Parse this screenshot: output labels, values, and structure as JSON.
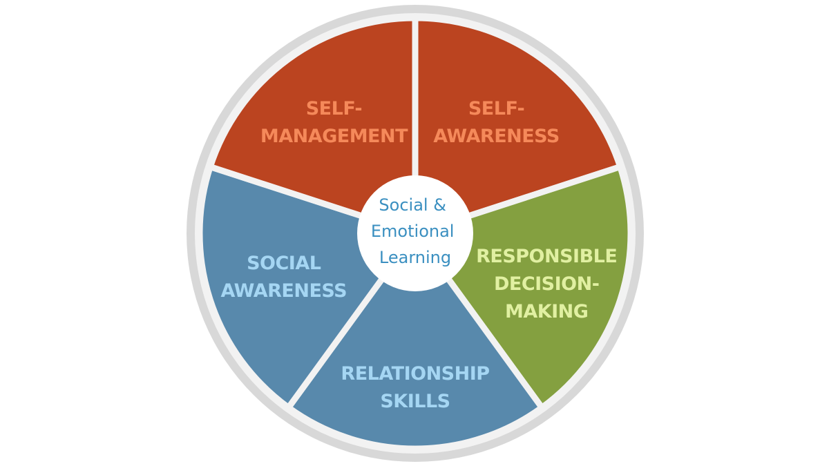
{
  "center": {
    "lines": [
      "Social &",
      "Emotional",
      "Learning"
    ],
    "text_color": "#3a8fc0"
  },
  "segments": [
    {
      "id": "self-awareness",
      "label_lines": [
        "SELF-",
        "AWARENESS"
      ],
      "fill": "#bb4420",
      "text_color": "#f5895a"
    },
    {
      "id": "responsible-decision-making",
      "label_lines": [
        "RESPONSIBLE",
        "DECISION-",
        "MAKING"
      ],
      "fill": "#84a040",
      "text_color": "#e1f0a2"
    },
    {
      "id": "relationship-skills",
      "label_lines": [
        "RELATIONSHIP",
        "SKILLS"
      ],
      "fill": "#5889ac",
      "text_color": "#a5d6f3"
    },
    {
      "id": "social-awareness",
      "label_lines": [
        "SOCIAL",
        "AWARENESS"
      ],
      "fill": "#5889ac",
      "text_color": "#a5d6f3"
    },
    {
      "id": "self-management",
      "label_lines": [
        "SELF-",
        "MANAGEMENT"
      ],
      "fill": "#bb4420",
      "text_color": "#f5895a"
    }
  ],
  "colors": {
    "ring": "#d8d8d8",
    "divider": "#f2f2f2",
    "center_fill": "#ffffff"
  }
}
